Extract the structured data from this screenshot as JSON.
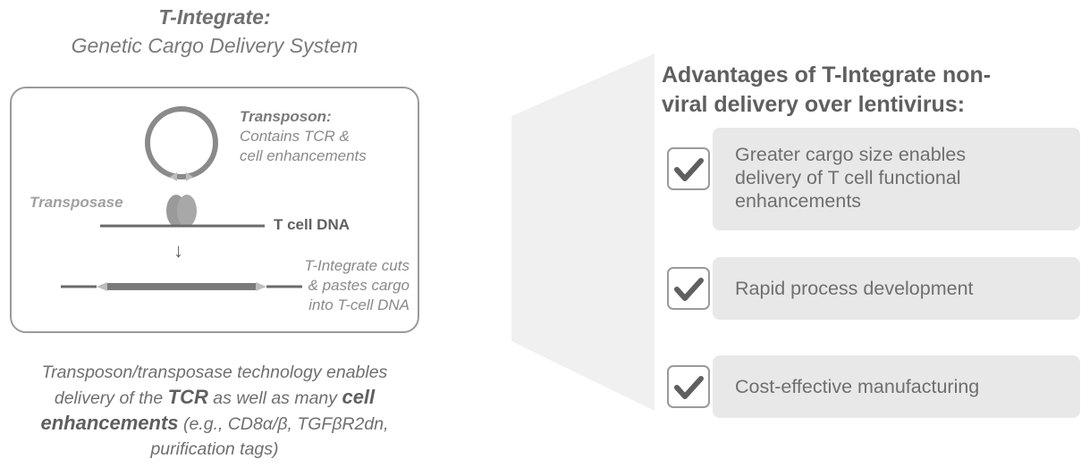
{
  "left_panel": {
    "title": "T-Integrate:",
    "subtitle": "Genetic Cargo Delivery System",
    "diagram": {
      "transposon_title": "Transposon:",
      "transposon_line1": "Contains TCR &",
      "transposon_line2": "cell enhancements",
      "transposase_label": "Transposase",
      "dna_label": "T cell DNA",
      "arrow_glyph": "↓",
      "cut_line1": "T-Integrate cuts",
      "cut_line2": "& pastes cargo",
      "cut_line3": "into T-cell DNA"
    },
    "caption": {
      "p1": "Transposon/transposase technology enables",
      "p2": "delivery of the ",
      "tcr": "TCR",
      "p3": " as well as many ",
      "cell": "cell",
      "enh": "enhancements",
      "p4": " (e.g., CD8α/β, TGFβR2dn,",
      "p5": "purification tags)"
    }
  },
  "right_panel": {
    "title_line1": "Advantages of T-Integrate non-",
    "title_line2": "viral delivery over lentivirus:",
    "items": [
      {
        "line1": "Greater cargo size enables",
        "line2": "delivery of T cell functional",
        "line3": "enhancements"
      },
      {
        "line1": "Rapid process development"
      },
      {
        "line1": "Cost-effective manufacturing"
      }
    ]
  },
  "colors": {
    "box_border": "#9a9a9a",
    "card_bg": "#e8e8e8",
    "check": "#5f5f5f",
    "dna": "#6a6a6a",
    "arrow_light": "#b5b5b5"
  }
}
